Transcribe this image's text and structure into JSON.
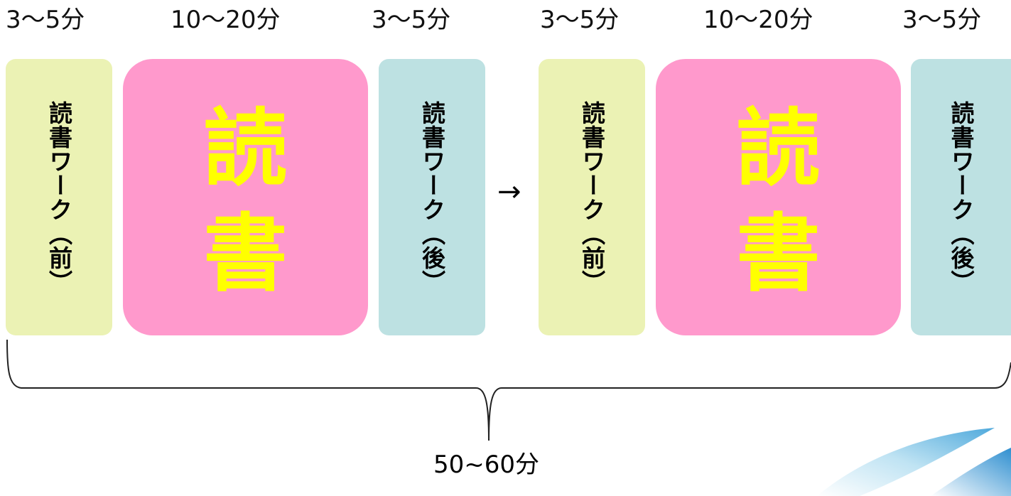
{
  "time_labels": [
    "3〜5分",
    "10〜20分",
    "3〜5分",
    "3〜5分",
    "10〜20分",
    "3〜5分"
  ],
  "work_before_label": "読書ワーク（前）",
  "reading_chars": [
    "読",
    "書"
  ],
  "work_after_label": "読書ワーク（後）",
  "arrow": "→",
  "total_label": "50~60分",
  "colors": {
    "work_before": "#ebf2b4",
    "reading": "#ff99cc",
    "work_after": "#bde1e2",
    "reading_text": "#ffff00"
  }
}
